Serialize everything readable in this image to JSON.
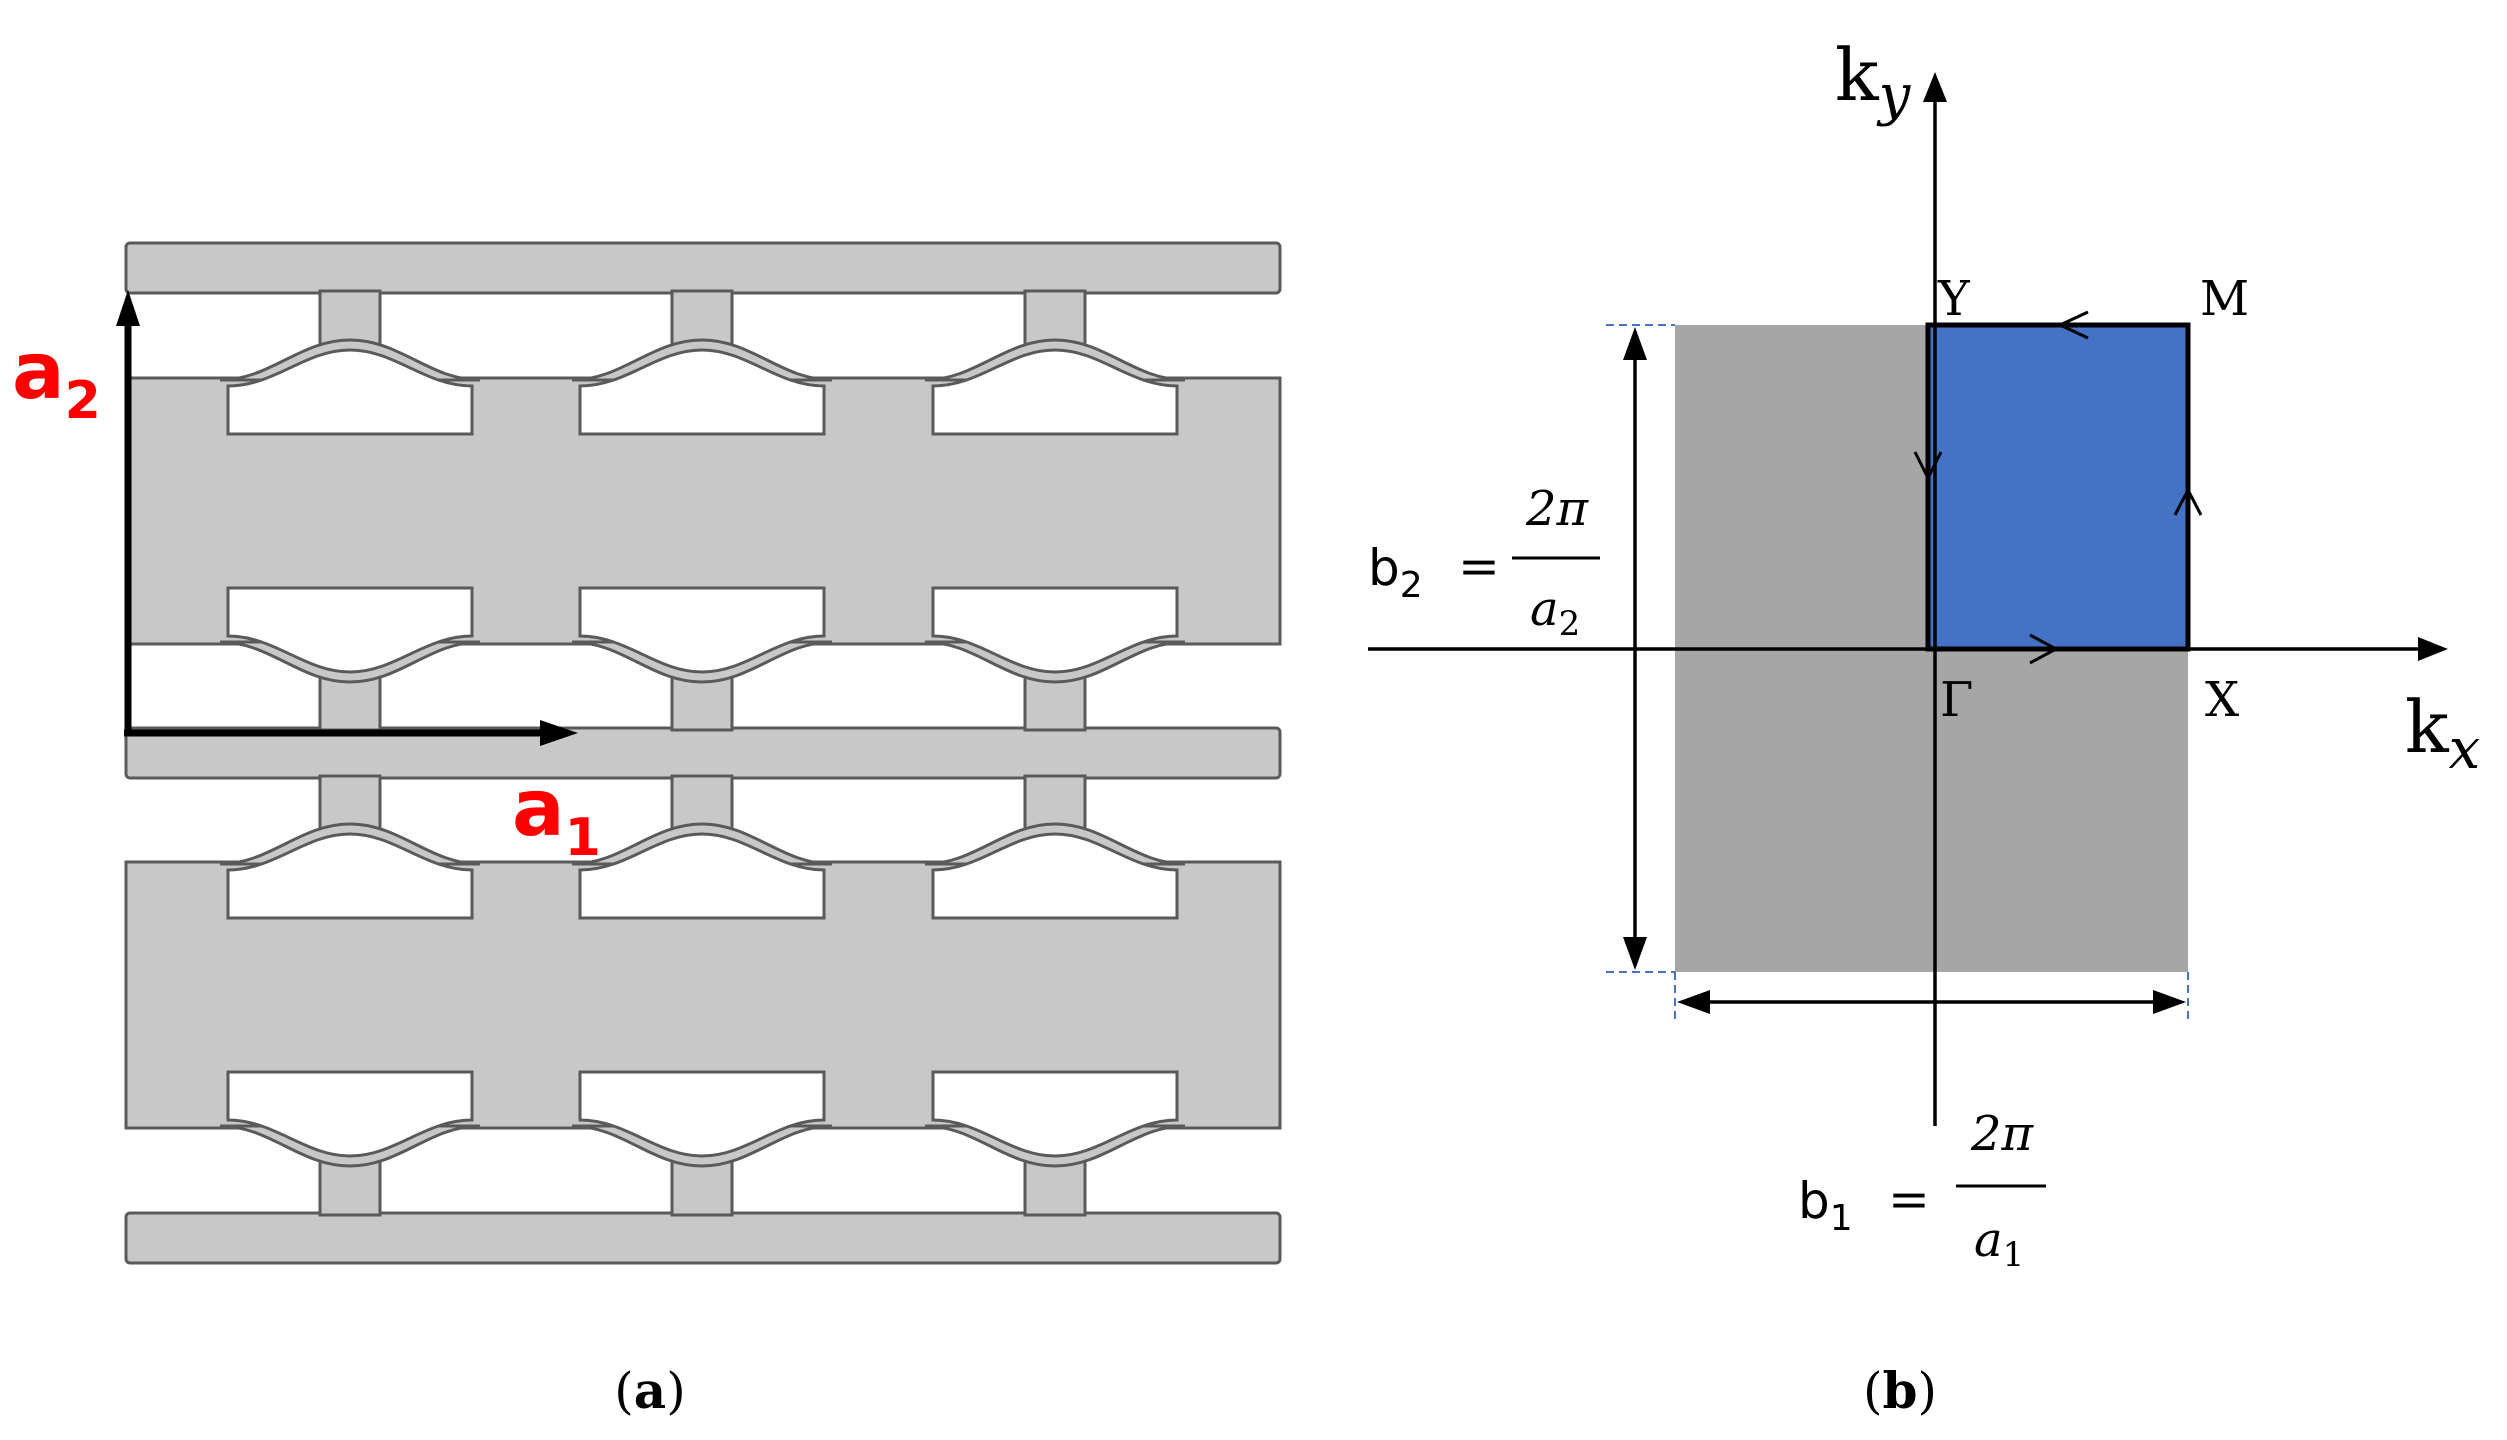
{
  "panel_a": {
    "caption_open": "(",
    "caption_letter": "a",
    "caption_close": ")",
    "vector_a1": {
      "base": "a",
      "sub": "1"
    },
    "vector_a2": {
      "base": "a",
      "sub": "2"
    },
    "colors": {
      "vector_label": "#ff0000",
      "material": "#c8c8c8",
      "outline": "#5a5a5a"
    }
  },
  "panel_b": {
    "caption_open": "(",
    "caption_letter": "b",
    "caption_close": ")",
    "axis_kx": {
      "base": "k",
      "sub": "x"
    },
    "axis_ky": {
      "base": "k",
      "sub": "y"
    },
    "points": {
      "gamma": "Γ",
      "x": "X",
      "y": "Y",
      "m": "M"
    },
    "b1": {
      "base": "b",
      "sub": "1",
      "eq": "=",
      "num": "2π",
      "den_base": "a",
      "den_sub": "1"
    },
    "b2": {
      "base": "b",
      "sub": "2",
      "eq": "=",
      "num": "2π",
      "den_base": "a",
      "den_sub": "2"
    },
    "colors": {
      "irreducible_zone": "#4472c4",
      "brillouin_zone": "#a6a6a6"
    }
  }
}
